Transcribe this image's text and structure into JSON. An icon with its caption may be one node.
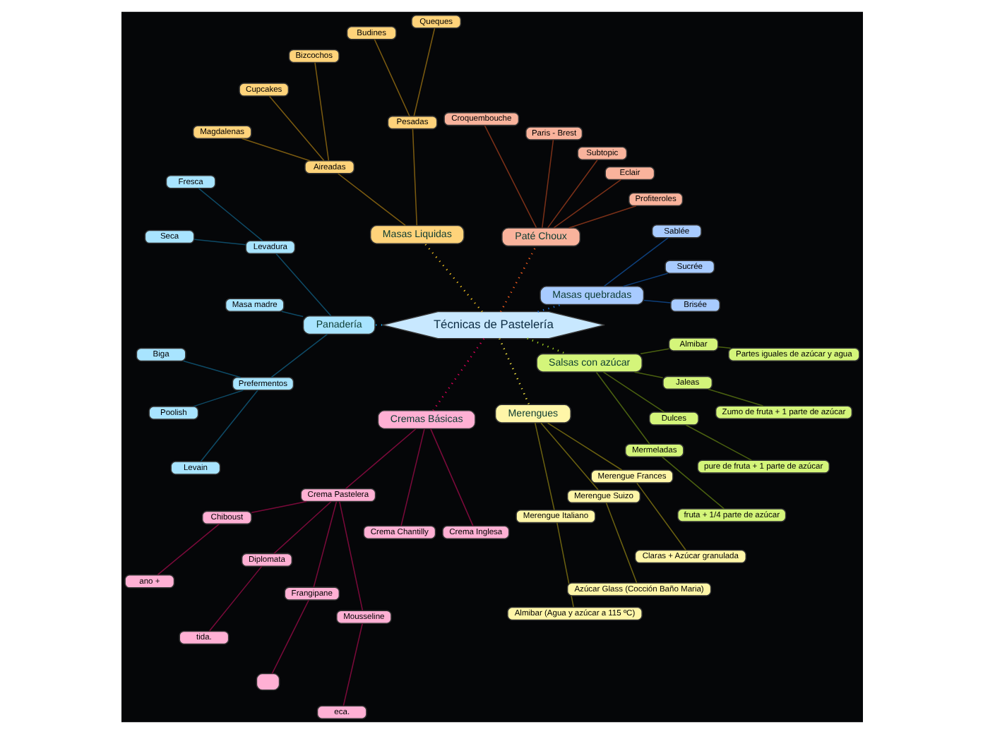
{
  "diagram": {
    "nodes": [
      {
        "text": [
          "Técnicas de Pastelería"
        ]
      },
      {
        "text": [
          "Masas quebradas"
        ]
      },
      {
        "text": [
          "Brisée"
        ]
      },
      {
        "text": [
          "Sucrée"
        ]
      },
      {
        "text": [
          "Sablée"
        ]
      },
      {
        "text": [
          "Paté Choux"
        ]
      },
      {
        "text": [
          "Profiteroles"
        ]
      },
      {
        "text": [
          "Eclair"
        ]
      },
      {
        "text": [
          "Subtopic"
        ]
      },
      {
        "text": [
          "Paris - Brest"
        ]
      },
      {
        "text": [
          "Croquembouche"
        ]
      },
      {
        "text": [
          "Masas Liquidas"
        ]
      },
      {
        "text": [
          "Pesadas"
        ]
      },
      {
        "text": [
          "Queques"
        ]
      },
      {
        "text": [
          "Budines"
        ]
      },
      {
        "text": [
          "Aireadas"
        ]
      },
      {
        "text": [
          "Bizcochos"
        ]
      },
      {
        "text": [
          "Cupcakes"
        ]
      },
      {
        "text": [
          "Magdalenas"
        ]
      },
      {
        "text": [
          "Panadería"
        ]
      },
      {
        "text": [
          "Levadura"
        ]
      },
      {
        "text": [
          "Fresca"
        ]
      },
      {
        "text": [
          "Seca"
        ]
      },
      {
        "text": [
          "Masa madre"
        ]
      },
      {
        "text": [
          "Prefermentos"
        ]
      },
      {
        "text": [
          "Biga"
        ]
      },
      {
        "text": [
          "Poolish"
        ]
      },
      {
        "text": [
          "Levain"
        ]
      },
      {
        "text": [
          "Cremas Básicas"
        ]
      },
      {
        "text": [
          "Crema Pastelera"
        ]
      },
      {
        "text": [
          "Chiboust"
        ]
      },
      {
        "text": [
          "ano +"
        ]
      },
      {
        "text": [
          "Diplomata"
        ]
      },
      {
        "text": [
          "tida."
        ]
      },
      {
        "text": [
          "Frangipane"
        ]
      },
      {
        "text": [],
        "shape": "box"
      },
      {
        "text": [
          "Mousseline"
        ]
      },
      {
        "text": [
          "eca."
        ]
      },
      {
        "text": [
          "Crema Chantilly"
        ]
      },
      {
        "text": [
          "Crema Inglesa"
        ]
      },
      {
        "text": [
          "Merengues"
        ]
      },
      {
        "text": [
          "Merengue Italiano"
        ]
      },
      {
        "text": [
          "Almibar (Agua y azúcar a 115 ºC)"
        ]
      },
      {
        "text": [
          "Merengue Suizo"
        ]
      },
      {
        "text": [
          "Azúcar Glass (Cocción Baño Maria)"
        ]
      },
      {
        "text": [
          "Merengue Frances"
        ]
      },
      {
        "text": [
          "Claras + Azúcar granulada"
        ]
      },
      {
        "text": [
          "Salsas con azúcar"
        ]
      },
      {
        "text": [
          "Mermeladas"
        ]
      },
      {
        "text": [
          "fruta + 1/4 parte de azúcar"
        ]
      },
      {
        "text": [
          "Dulces"
        ]
      },
      {
        "text": [
          "pure de fruta + 1 parte de azúcar"
        ]
      },
      {
        "text": [
          "Jaleas"
        ]
      },
      {
        "text": [
          "Zumo de fruta + 1 parte de azúcar"
        ]
      },
      {
        "text": [
          "Almibar"
        ]
      },
      {
        "text": [
          "Partes iguales de azúcar y agua"
        ]
      }
    ],
    "edges": [
      {
        "from": 0,
        "to": 1,
        "arrow": "none",
        "style": "dashed",
        "color": "#1a6fd6"
      },
      {
        "from": 1,
        "to": 2,
        "arrow": "none",
        "color": "#0e3f7a"
      },
      {
        "from": 1,
        "to": 3,
        "arrow": "none",
        "color": "#0e3f7a"
      },
      {
        "from": 1,
        "to": 4,
        "arrow": "none",
        "color": "#0e3f7a"
      },
      {
        "from": 0,
        "to": 5,
        "arrow": "none",
        "style": "dashed",
        "color": "#f05a1e"
      },
      {
        "from": 5,
        "to": 6,
        "arrow": "none",
        "color": "#7a3018"
      },
      {
        "from": 5,
        "to": 7,
        "arrow": "none",
        "color": "#7a3018"
      },
      {
        "from": 5,
        "to": 8,
        "arrow": "none",
        "color": "#7a3018"
      },
      {
        "from": 5,
        "to": 9,
        "arrow": "none",
        "color": "#7a3018"
      },
      {
        "from": 5,
        "to": 10,
        "arrow": "none",
        "color": "#7a3018"
      },
      {
        "from": 0,
        "to": 11,
        "arrow": "none",
        "style": "dashed",
        "color": "#f0c020"
      },
      {
        "from": 11,
        "to": 12,
        "arrow": "none",
        "color": "#7a5a10"
      },
      {
        "from": 12,
        "to": 13,
        "arrow": "none",
        "color": "#7a5a10"
      },
      {
        "from": 12,
        "to": 14,
        "arrow": "none",
        "color": "#7a5a10"
      },
      {
        "from": 11,
        "to": 15,
        "arrow": "none",
        "color": "#7a5a10"
      },
      {
        "from": 15,
        "to": 16,
        "arrow": "none",
        "color": "#7a5a10"
      },
      {
        "from": 15,
        "to": 17,
        "arrow": "none",
        "color": "#7a5a10"
      },
      {
        "from": 15,
        "to": 18,
        "arrow": "none",
        "color": "#7a5a10"
      },
      {
        "from": 0,
        "to": 19,
        "arrow": "none",
        "style": "dashed",
        "color": "#1aa0e0"
      },
      {
        "from": 19,
        "to": 20,
        "arrow": "none",
        "color": "#0e4a66"
      },
      {
        "from": 20,
        "to": 21,
        "arrow": "none",
        "color": "#0e4a66"
      },
      {
        "from": 20,
        "to": 22,
        "arrow": "none",
        "color": "#0e4a66"
      },
      {
        "from": 19,
        "to": 23,
        "arrow": "none",
        "color": "#0e4a66"
      },
      {
        "from": 19,
        "to": 24,
        "arrow": "none",
        "color": "#0e4a66"
      },
      {
        "from": 24,
        "to": 25,
        "arrow": "none",
        "color": "#0e4a66"
      },
      {
        "from": 24,
        "to": 26,
        "arrow": "none",
        "color": "#0e4a66"
      },
      {
        "from": 24,
        "to": 27,
        "arrow": "none",
        "color": "#0e4a66"
      },
      {
        "from": 0,
        "to": 28,
        "arrow": "none",
        "style": "dashed",
        "color": "#e0005a"
      },
      {
        "from": 28,
        "to": 29,
        "arrow": "none",
        "color": "#7a0a3a"
      },
      {
        "from": 29,
        "to": 30,
        "arrow": "none",
        "color": "#7a0a3a"
      },
      {
        "from": 30,
        "to": 31,
        "arrow": "none",
        "color": "#7a0a3a"
      },
      {
        "from": 29,
        "to": 32,
        "arrow": "none",
        "color": "#7a0a3a"
      },
      {
        "from": 32,
        "to": 33,
        "arrow": "none",
        "color": "#7a0a3a"
      },
      {
        "from": 29,
        "to": 34,
        "arrow": "none",
        "color": "#7a0a3a"
      },
      {
        "from": 34,
        "to": 35,
        "arrow": "none",
        "color": "#7a0a3a"
      },
      {
        "from": 29,
        "to": 36,
        "arrow": "none",
        "color": "#7a0a3a"
      },
      {
        "from": 36,
        "to": 37,
        "arrow": "none",
        "color": "#7a0a3a"
      },
      {
        "from": 28,
        "to": 38,
        "arrow": "none",
        "color": "#7a0a3a"
      },
      {
        "from": 28,
        "to": 39,
        "arrow": "none",
        "color": "#7a0a3a"
      },
      {
        "from": 0,
        "to": 40,
        "arrow": "none",
        "style": "dashed",
        "color": "#f0e040"
      },
      {
        "from": 40,
        "to": 41,
        "arrow": "none",
        "color": "#6a6010"
      },
      {
        "from": 41,
        "to": 42,
        "arrow": "none",
        "color": "#6a6010"
      },
      {
        "from": 40,
        "to": 43,
        "arrow": "none",
        "color": "#6a6010"
      },
      {
        "from": 43,
        "to": 44,
        "arrow": "none",
        "color": "#6a6010"
      },
      {
        "from": 40,
        "to": 45,
        "arrow": "none",
        "color": "#6a6010"
      },
      {
        "from": 45,
        "to": 46,
        "arrow": "none",
        "color": "#6a6010"
      },
      {
        "from": 0,
        "to": 47,
        "arrow": "none",
        "style": "dashed",
        "color": "#a0d020"
      },
      {
        "from": 47,
        "to": 48,
        "arrow": "none",
        "color": "#4a6010"
      },
      {
        "from": 48,
        "to": 49,
        "arrow": "none",
        "color": "#4a6010"
      },
      {
        "from": 47,
        "to": 50,
        "arrow": "none",
        "color": "#4a6010"
      },
      {
        "from": 50,
        "to": 51,
        "arrow": "none",
        "color": "#4a6010"
      },
      {
        "from": 47,
        "to": 52,
        "arrow": "none",
        "color": "#4a6010"
      },
      {
        "from": 52,
        "to": 53,
        "arrow": "none",
        "color": "#4a6010"
      },
      {
        "from": 47,
        "to": 54,
        "arrow": "none",
        "color": "#4a6010"
      },
      {
        "from": 54,
        "to": 55,
        "arrow": "none",
        "color": "#4a6010"
      }
    ]
  }
}
